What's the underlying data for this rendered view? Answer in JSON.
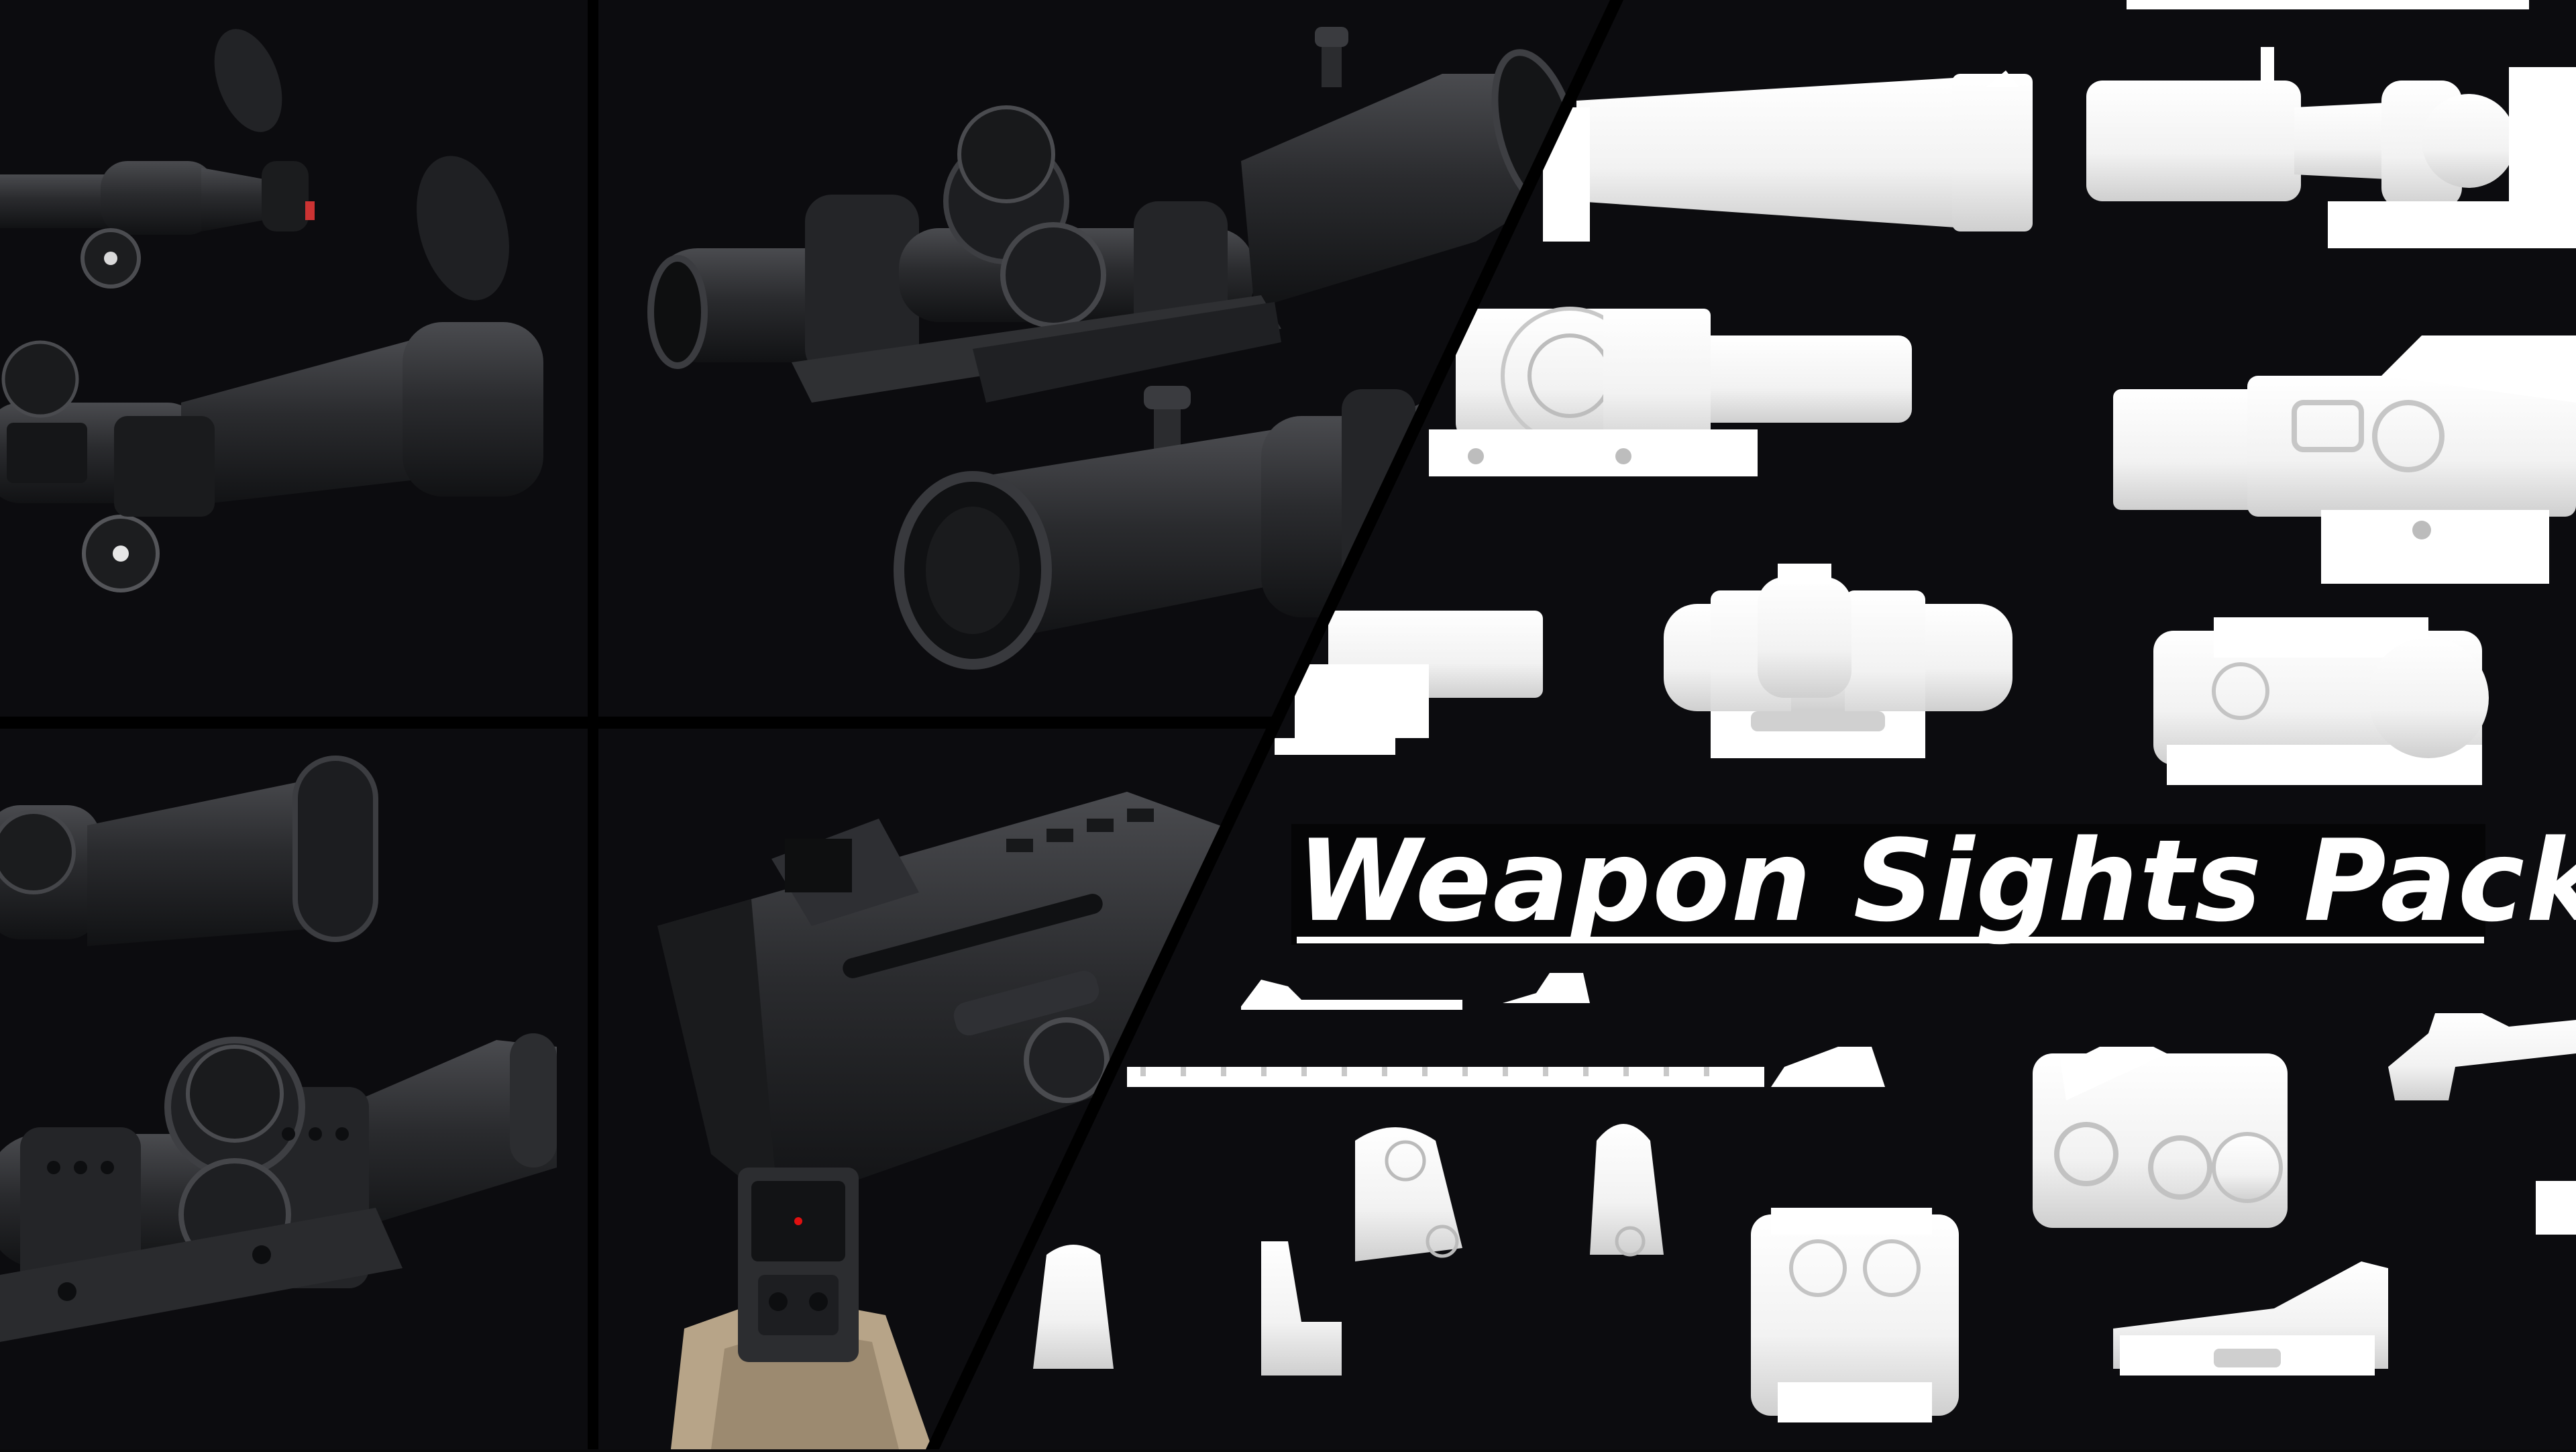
{
  "title": "Weapon Sights Pack",
  "colors": {
    "background": "#0a0a0c",
    "divider": "#000000",
    "render_dark": "#2a2b2e",
    "render_light": "#ffffff",
    "tan_finish": "#b7a488",
    "reticle_red": "#e01010"
  },
  "panels": [
    {
      "name": "top-left-panel",
      "content": "two variable-power rifle scopes with flip caps"
    },
    {
      "name": "top-center-panel",
      "content": "two low-power variable optics on cantilever mounts"
    },
    {
      "name": "bottom-left-panel",
      "content": "two long-tube rifle scopes on rings"
    },
    {
      "name": "bottom-center-panel",
      "content": "railed sight housing with mini red dot on tan base"
    },
    {
      "name": "white-clay-panel",
      "content": "untextured models of scopes, red dots, holographic sights and iron sights"
    }
  ],
  "icons": [
    "scope-icon",
    "red-dot-icon",
    "holographic-sight-icon",
    "iron-sight-icon",
    "rail-icon"
  ]
}
